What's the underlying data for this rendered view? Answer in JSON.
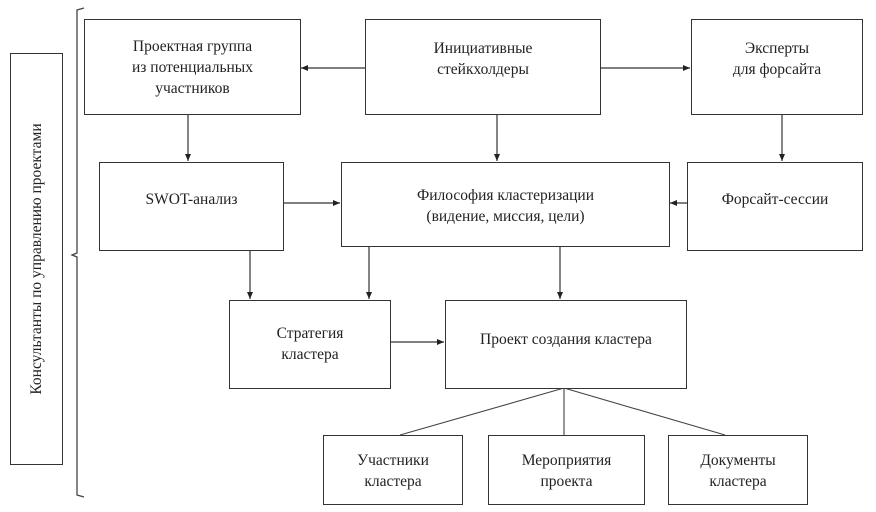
{
  "side_label": "Консультанты по управлению проектами",
  "nodes": {
    "project_group": [
      "Проектная группа",
      "из потенциальных",
      "участников"
    ],
    "stakeholders": [
      "Инициативные",
      "стейкхолдеры"
    ],
    "experts": [
      "Эксперты",
      "для форсайта"
    ],
    "swot": [
      "SWOT-анализ"
    ],
    "philosophy": [
      "Философия кластеризации",
      "(видение, миссия, цели)"
    ],
    "foresight": [
      "Форсайт-сессии"
    ],
    "strategy": [
      "Стратегия",
      "кластера"
    ],
    "cluster_project": [
      "Проект создания кластера"
    ],
    "participants": [
      "Участники",
      "кластера"
    ],
    "events": [
      "Мероприятия",
      "проекта"
    ],
    "documents": [
      "Документы",
      "кластера"
    ]
  },
  "edges": [
    [
      "stakeholders",
      "project_group"
    ],
    [
      "stakeholders",
      "experts"
    ],
    [
      "stakeholders",
      "philosophy"
    ],
    [
      "project_group",
      "swot"
    ],
    [
      "experts",
      "foresight"
    ],
    [
      "swot",
      "philosophy"
    ],
    [
      "foresight",
      "philosophy"
    ],
    [
      "swot",
      "strategy"
    ],
    [
      "philosophy",
      "strategy"
    ],
    [
      "philosophy",
      "cluster_project"
    ],
    [
      "strategy",
      "cluster_project"
    ],
    [
      "cluster_project",
      "participants"
    ],
    [
      "cluster_project",
      "events"
    ],
    [
      "cluster_project",
      "documents"
    ]
  ]
}
